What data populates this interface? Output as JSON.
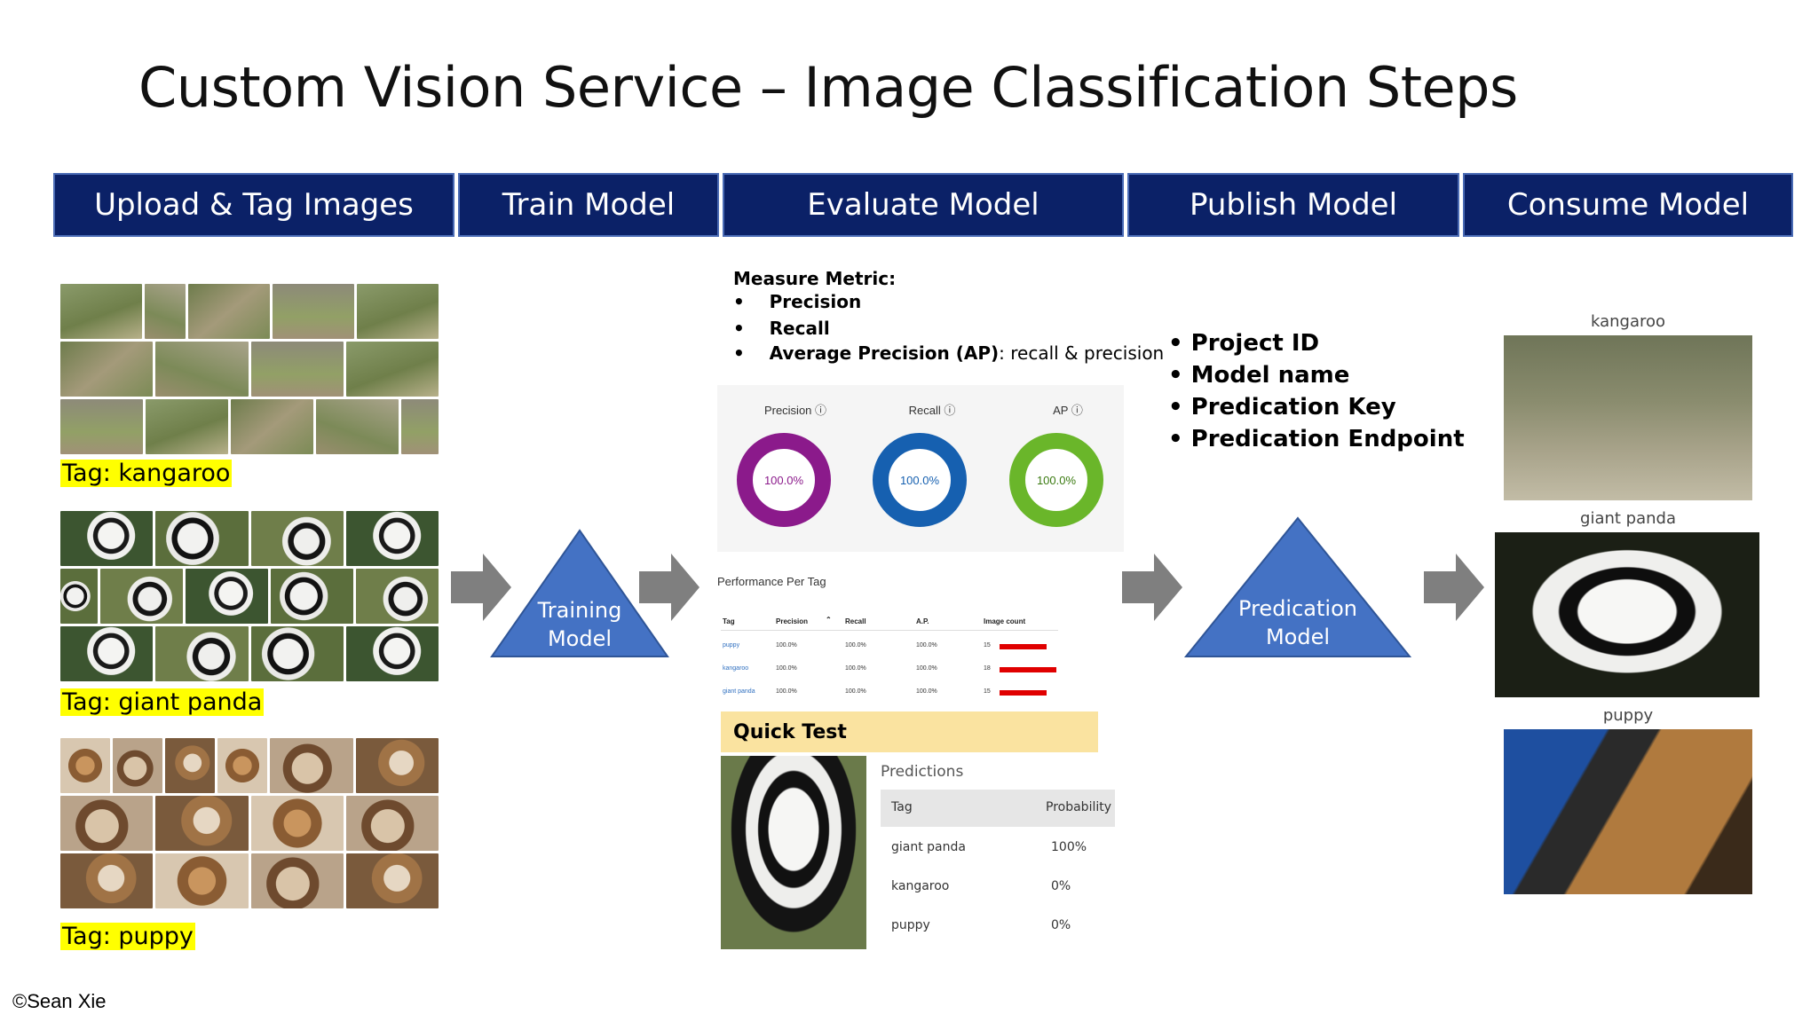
{
  "title": "Custom Vision Service – Image Classification Steps",
  "steps": [
    "Upload & Tag Images",
    "Train Model",
    "Evaluate Model",
    "Publish Model",
    "Consume Model"
  ],
  "tags": [
    "Tag: kangaroo",
    "Tag: giant panda",
    "Tag: puppy"
  ],
  "training_triangle": [
    "Training",
    "Model"
  ],
  "measure": {
    "heading": "Measure Metric:",
    "items": [
      {
        "bold": "Precision",
        "rest": ""
      },
      {
        "bold": "Recall",
        "rest": ""
      },
      {
        "bold": "Average Precision (AP)",
        "rest": ": recall & precision"
      }
    ]
  },
  "metrics": [
    {
      "label": "Precision",
      "value": "100.0%",
      "color": "#8b1a8b"
    },
    {
      "label": "Recall",
      "value": "100.0%",
      "color": "#1660b0"
    },
    {
      "label": "AP",
      "value": "100.0%",
      "color": "#6ab62a"
    }
  ],
  "performance": {
    "heading": "Performance Per Tag",
    "columns": [
      "Tag",
      "Precision",
      "Recall",
      "A.P.",
      "Image count"
    ],
    "rows": [
      {
        "tag": "puppy",
        "precision": "100.0%",
        "recall": "100.0%",
        "ap": "100.0%",
        "count": "15",
        "count_value": 15
      },
      {
        "tag": "kangaroo",
        "precision": "100.0%",
        "recall": "100.0%",
        "ap": "100.0%",
        "count": "18",
        "count_value": 18
      },
      {
        "tag": "giant panda",
        "precision": "100.0%",
        "recall": "100.0%",
        "ap": "100.0%",
        "count": "15",
        "count_value": 15
      }
    ]
  },
  "quick_test": {
    "title": "Quick Test",
    "predictions_label": "Predictions",
    "columns": [
      "Tag",
      "Probability"
    ],
    "rows": [
      {
        "tag": "giant panda",
        "prob": "100%"
      },
      {
        "tag": "kangaroo",
        "prob": "0%"
      },
      {
        "tag": "puppy",
        "prob": "0%"
      }
    ]
  },
  "publish_items": [
    "Project ID",
    "Model name",
    "Predication Key",
    "Predication Endpoint"
  ],
  "prediction_triangle": [
    "Predication",
    "Model"
  ],
  "consume_labels": [
    "kangaroo",
    "giant panda",
    "puppy"
  ],
  "copyright": "©Sean Xie",
  "colors": {
    "step_bg": "#0b2167",
    "triangle": "#4472c4",
    "arrow": "#7f7f7f",
    "tag_highlight": "#ffff00",
    "bar": "#e00000"
  }
}
